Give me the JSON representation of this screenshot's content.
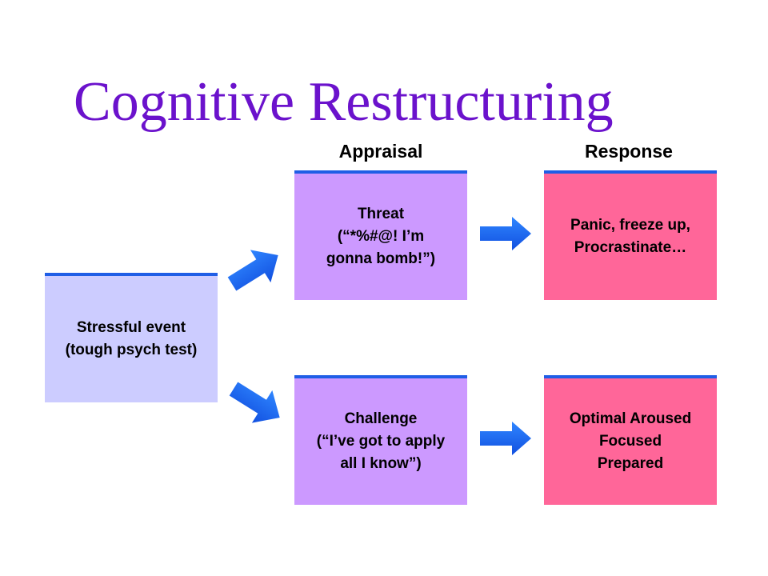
{
  "title": "Cognitive Restructuring",
  "columns": {
    "appraisal": "Appraisal",
    "response": "Response"
  },
  "boxes": {
    "event": "Stressful event\n(tough psych test)",
    "threat": "Threat\n(“*%#@!  I’m\ngonna bomb!”)",
    "challenge": "Challenge\n(“I’ve got to apply\nall I know”)",
    "panic": "Panic, freeze up,\nProcrastinate…",
    "optimal": "Optimal Aroused\nFocused\nPrepared"
  },
  "colors": {
    "title": "#6b12cc",
    "event": "#ccccff",
    "appraisal": "#cc99ff",
    "response": "#ff6699",
    "arrow": "#1f6ef5"
  }
}
